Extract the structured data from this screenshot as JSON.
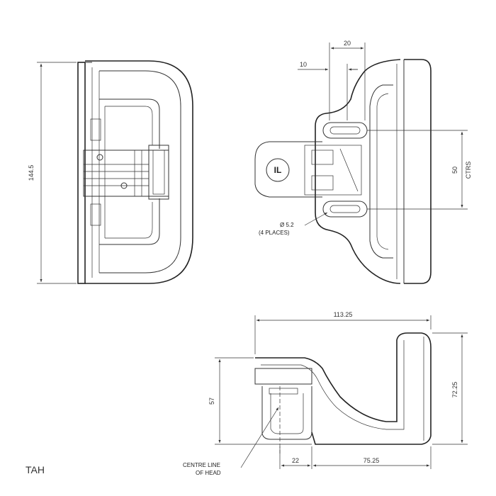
{
  "drawing": {
    "code": "TAH",
    "front_view": {
      "height_dim": "144.5"
    },
    "side_view": {
      "dim_slot_width": "10",
      "dim_slot_length": "20",
      "dim_ctrs_value": "50",
      "dim_ctrs_unit": "CTRS",
      "hole_dim": "Ø 5.2",
      "hole_note": "(4 PLACES)",
      "logo_text": "IL"
    },
    "bottom_view": {
      "dim_overall_length": "113.25",
      "dim_height_left": "57",
      "dim_height_right": "72.25",
      "dim_base_left": "22",
      "dim_base_right": "75.25",
      "centre_label_line1": "CENTRE LINE",
      "centre_label_line2": "OF HEAD"
    }
  }
}
